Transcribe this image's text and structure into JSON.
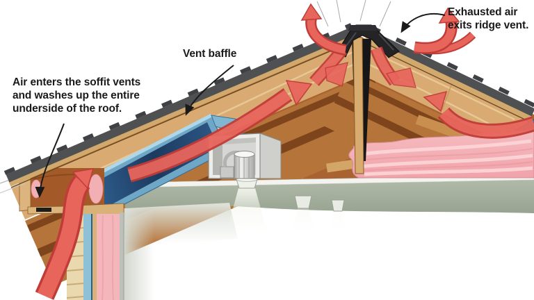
{
  "illustration": {
    "subject": "Roof and attic ventilation cutaway diagram",
    "labels": {
      "soffit": "Air enters the soffit vents and washes up the entire underside of the roof.",
      "baffle": "Vent baffle",
      "ridge": "Exhausted air exits ridge vent."
    },
    "colors": {
      "airflow_red": "#e8655c",
      "airflow_red_outline": "#c03c38",
      "baffle_blue_dark": "#1c3a5f",
      "baffle_blue_light": "#7fb6d2",
      "insulation_pink": "#f4b3b8",
      "ceiling_green": "#a9b3a0",
      "plywood_tan": "#d9ab72",
      "rafter_wood": "#b5743a",
      "shingle_gray": "#4e5052",
      "ridge_vent_black": "#242427",
      "label_text": "#1a1a1a",
      "background": "#ffffff"
    }
  }
}
